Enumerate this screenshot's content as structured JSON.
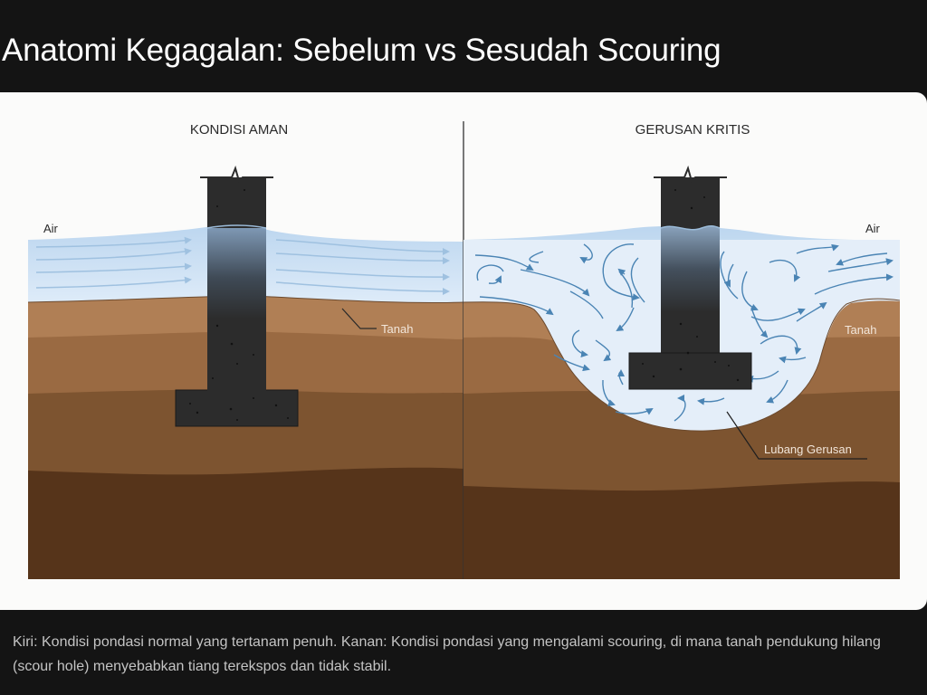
{
  "header": {
    "title": "Anatomi Kegagalan: Sebelum vs Sesudah Scouring"
  },
  "diagram": {
    "left_panel": {
      "title": "KONDISI AMAN",
      "labels": {
        "water": "Air",
        "soil": "Tanah"
      }
    },
    "right_panel": {
      "title": "GERUSAN KRITIS",
      "labels": {
        "water": "Air",
        "soil": "Tanah",
        "scour_hole": "Lubang Gerusan"
      }
    },
    "colors": {
      "water": "#cfe2f5",
      "flow_arrow": "#4a84b4",
      "soil_top": "#b07f55",
      "soil_mid1": "#9a6a42",
      "soil_mid2": "#7d5430",
      "soil_bottom": "#56341a",
      "pier": "#2c2c2c",
      "scour_water": "#e3eef9"
    }
  },
  "caption": {
    "text": "Kiri: Kondisi pondasi normal yang tertanam penuh. Kanan: Kondisi pondasi yang mengalami scouring, di mana tanah pendukung hilang (scour hole) menyebabkan tiang terekspos dan tidak stabil."
  }
}
